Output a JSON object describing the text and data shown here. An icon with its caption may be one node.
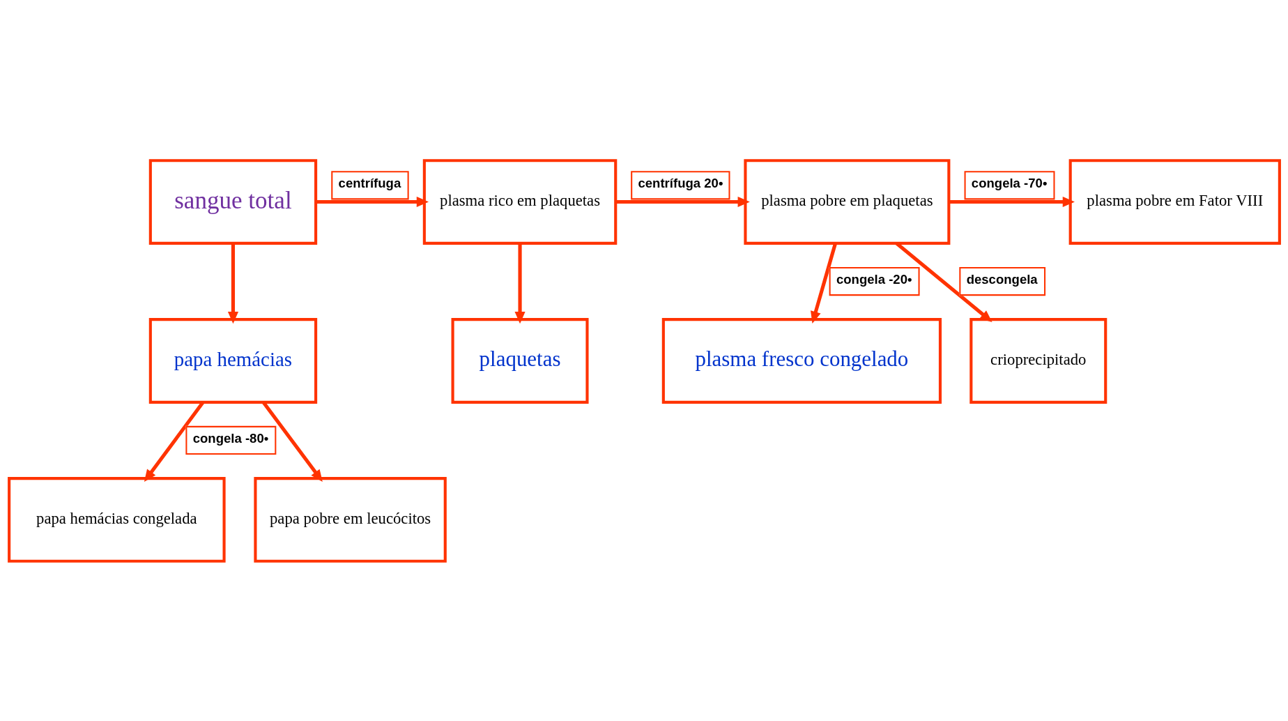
{
  "diagram": {
    "nodes": [
      {
        "text": [
          "sangue total"
        ]
      },
      {
        "text": [
          "plasma rico em plaquetas"
        ]
      },
      {
        "text": [
          "plasma pobre em plaquetas"
        ]
      },
      {
        "text": [
          "plasma pobre em Fator VIII"
        ]
      },
      {
        "text": [
          "papa hemácias"
        ]
      },
      {
        "text": [
          "plaquetas"
        ]
      },
      {
        "text": [
          "plasma fresco congelado"
        ]
      },
      {
        "text": [
          "crioprecipitado"
        ]
      },
      {
        "text": [
          "papa hemácias congelada"
        ]
      },
      {
        "text": [
          "papa pobre em leucócitos"
        ]
      }
    ],
    "edges": [
      {
        "from": 0,
        "to": 1,
        "arrow": "to",
        "label": "centrífuga"
      },
      {
        "from": 0,
        "to": 4,
        "arrow": "to"
      },
      {
        "from": 1,
        "to": 2,
        "arrow": "to",
        "label": "centrífuga 20•"
      },
      {
        "from": 1,
        "to": 5,
        "arrow": "to"
      },
      {
        "from": 2,
        "to": 3,
        "arrow": "to",
        "label": "congela -70•"
      },
      {
        "from": 2,
        "to": 6,
        "arrow": "to",
        "label": "congela -20•"
      },
      {
        "from": 2,
        "to": 7,
        "arrow": "to",
        "label": "descongela"
      },
      {
        "from": 4,
        "to": 8,
        "arrow": "to",
        "label": "congela -80•"
      },
      {
        "from": 4,
        "to": 9,
        "arrow": "to"
      }
    ]
  }
}
